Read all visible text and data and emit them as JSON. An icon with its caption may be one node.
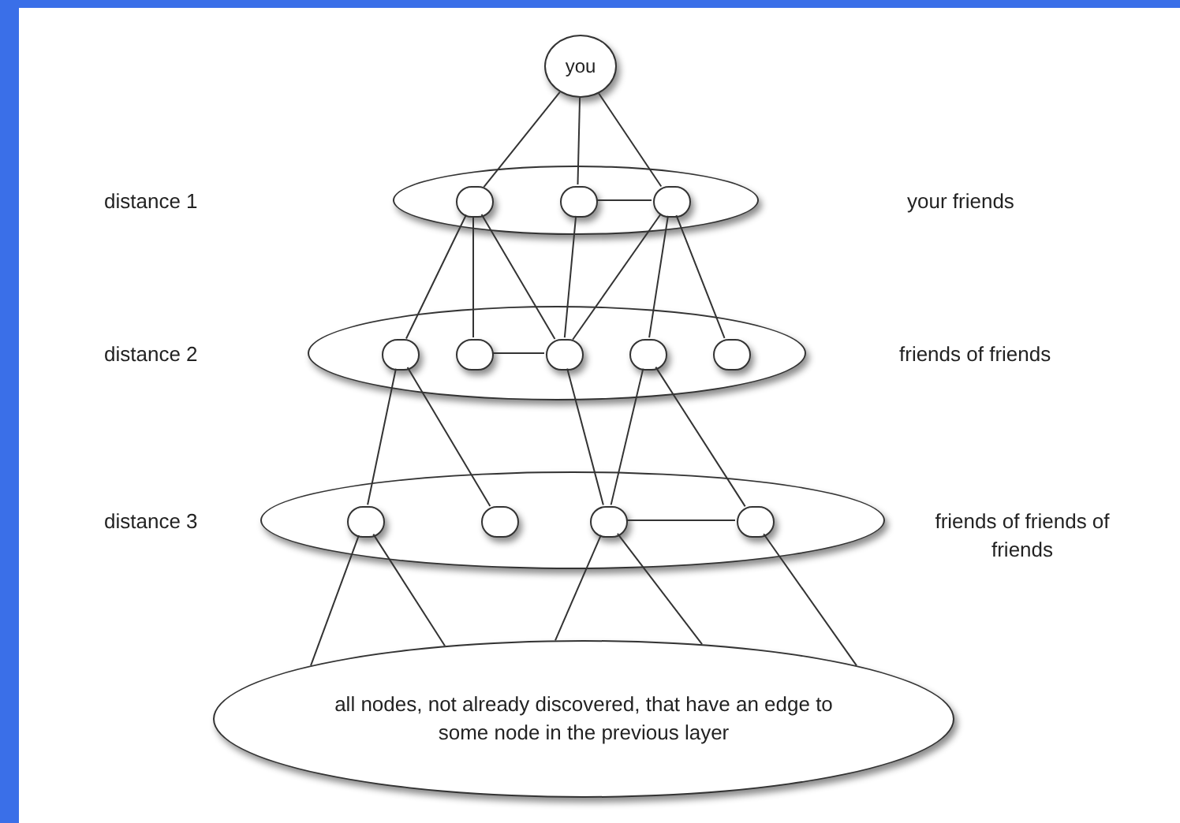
{
  "diagram": {
    "nodes": [
      {
        "text": [
          "you"
        ]
      },
      {
        "text": [],
        "shape": "ellipse"
      },
      {
        "text": [],
        "shape": "circle",
        "in": 1
      },
      {
        "text": [],
        "shape": "circle",
        "in": 1
      },
      {
        "text": [],
        "shape": "circle",
        "in": 1
      },
      {
        "text": [],
        "shape": "ellipse"
      },
      {
        "text": [],
        "shape": "circle",
        "in": 5
      },
      {
        "text": [],
        "shape": "circle",
        "in": 5
      },
      {
        "text": [],
        "shape": "circle",
        "in": 5
      },
      {
        "text": [],
        "shape": "circle",
        "in": 5
      },
      {
        "text": [],
        "shape": "circle",
        "in": 5
      },
      {
        "text": [],
        "shape": "ellipse"
      },
      {
        "text": [],
        "shape": "circle",
        "in": 11
      },
      {
        "text": [],
        "shape": "circle",
        "in": 11
      },
      {
        "text": [],
        "shape": "circle",
        "in": 11
      },
      {
        "text": [],
        "shape": "circle",
        "in": 11
      },
      {
        "text": [
          "all nodes, not already discovered, that have an edge to some node in the previous layer"
        ]
      }
    ],
    "edges": [
      {
        "from": 0,
        "to": 2,
        "arrow": "none"
      },
      {
        "from": 0,
        "to": 3,
        "arrow": "none"
      },
      {
        "from": 0,
        "to": 4,
        "arrow": "none"
      },
      {
        "from": 3,
        "to": 4,
        "arrow": "none"
      },
      {
        "from": 2,
        "to": 6,
        "arrow": "none"
      },
      {
        "from": 2,
        "to": 7,
        "arrow": "none"
      },
      {
        "from": 2,
        "to": 8,
        "arrow": "none"
      },
      {
        "from": 3,
        "to": 8,
        "arrow": "none"
      },
      {
        "from": 4,
        "to": 8,
        "arrow": "none"
      },
      {
        "from": 4,
        "to": 9,
        "arrow": "none"
      },
      {
        "from": 4,
        "to": 10,
        "arrow": "none"
      },
      {
        "from": 7,
        "to": 8,
        "arrow": "none"
      },
      {
        "from": 6,
        "to": 12,
        "arrow": "none"
      },
      {
        "from": 6,
        "to": 13,
        "arrow": "none"
      },
      {
        "from": 8,
        "to": 14,
        "arrow": "none"
      },
      {
        "from": 9,
        "to": 14,
        "arrow": "none"
      },
      {
        "from": 9,
        "to": 15,
        "arrow": "none"
      },
      {
        "from": 14,
        "to": 15,
        "arrow": "none"
      },
      {
        "from": 12,
        "to": 16,
        "arrow": "none"
      },
      {
        "from": 12,
        "to": 16,
        "arrow": "none"
      },
      {
        "from": 14,
        "to": 16,
        "arrow": "none"
      },
      {
        "from": 14,
        "to": 16,
        "arrow": "none"
      },
      {
        "from": 15,
        "to": 16,
        "arrow": "none"
      }
    ],
    "labels": [
      "distance 1",
      "your friends",
      "distance 2",
      "friends of friends",
      "distance 3",
      "friends of friends of friends"
    ]
  }
}
